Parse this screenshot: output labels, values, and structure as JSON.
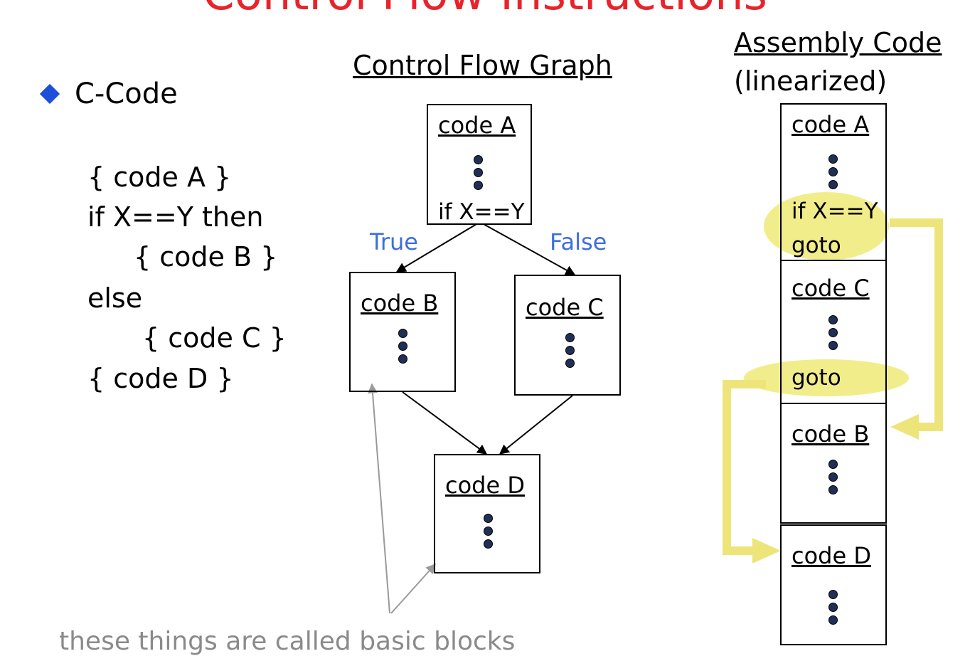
{
  "title": "Control Flow Instructions",
  "c_code": {
    "bullet": "C-Code",
    "lines": [
      "{ code A }",
      "if X==Y then",
      "{ code B }",
      "else",
      "{ code C }",
      "{ code D }"
    ]
  },
  "cfg": {
    "heading": "Control Flow Graph",
    "block_a": "code A",
    "block_a_cond": "if X==Y",
    "block_b": "code B",
    "block_c": "code C",
    "block_d": "code D",
    "true_label": "True",
    "false_label": "False",
    "caption": "these things are called basic blocks"
  },
  "assembly": {
    "heading": "Assembly Code",
    "subheading": "(linearized)",
    "block_a": "code A",
    "block_a_cond": "if X==Y",
    "block_a_goto": "goto",
    "block_c": "code C",
    "block_c_goto": "goto",
    "block_b": "code B",
    "block_d": "code D"
  },
  "colors": {
    "title": "#e8232b",
    "bullet": "#1e4fd8",
    "edge_labels": "#3d6fdc",
    "highlight": "#f1eb7e",
    "goto_arrow": "#eee57a",
    "caption": "#8a8a8a"
  }
}
